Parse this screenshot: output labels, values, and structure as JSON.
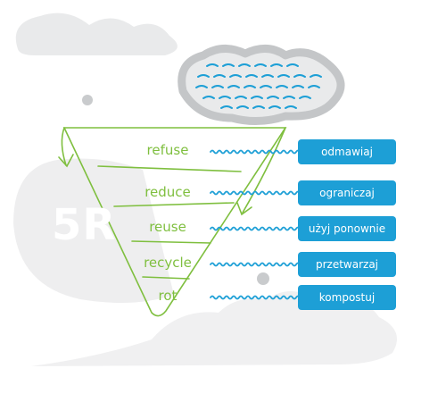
{
  "title_mark": "5R",
  "steps": [
    {
      "word": "refuse",
      "translation": "odmawiaj"
    },
    {
      "word": "reduce",
      "translation": "ograniczaj"
    },
    {
      "word": "reuse",
      "translation": "użyj ponownie"
    },
    {
      "word": "recycle",
      "translation": "przetwarzaj"
    },
    {
      "word": "rot",
      "translation": "kompostuj"
    }
  ],
  "colors": {
    "green": "#7fbf3f",
    "blue": "#1d9fd6",
    "cloud": "#eeeeef",
    "grey": "#c4c6c8"
  }
}
